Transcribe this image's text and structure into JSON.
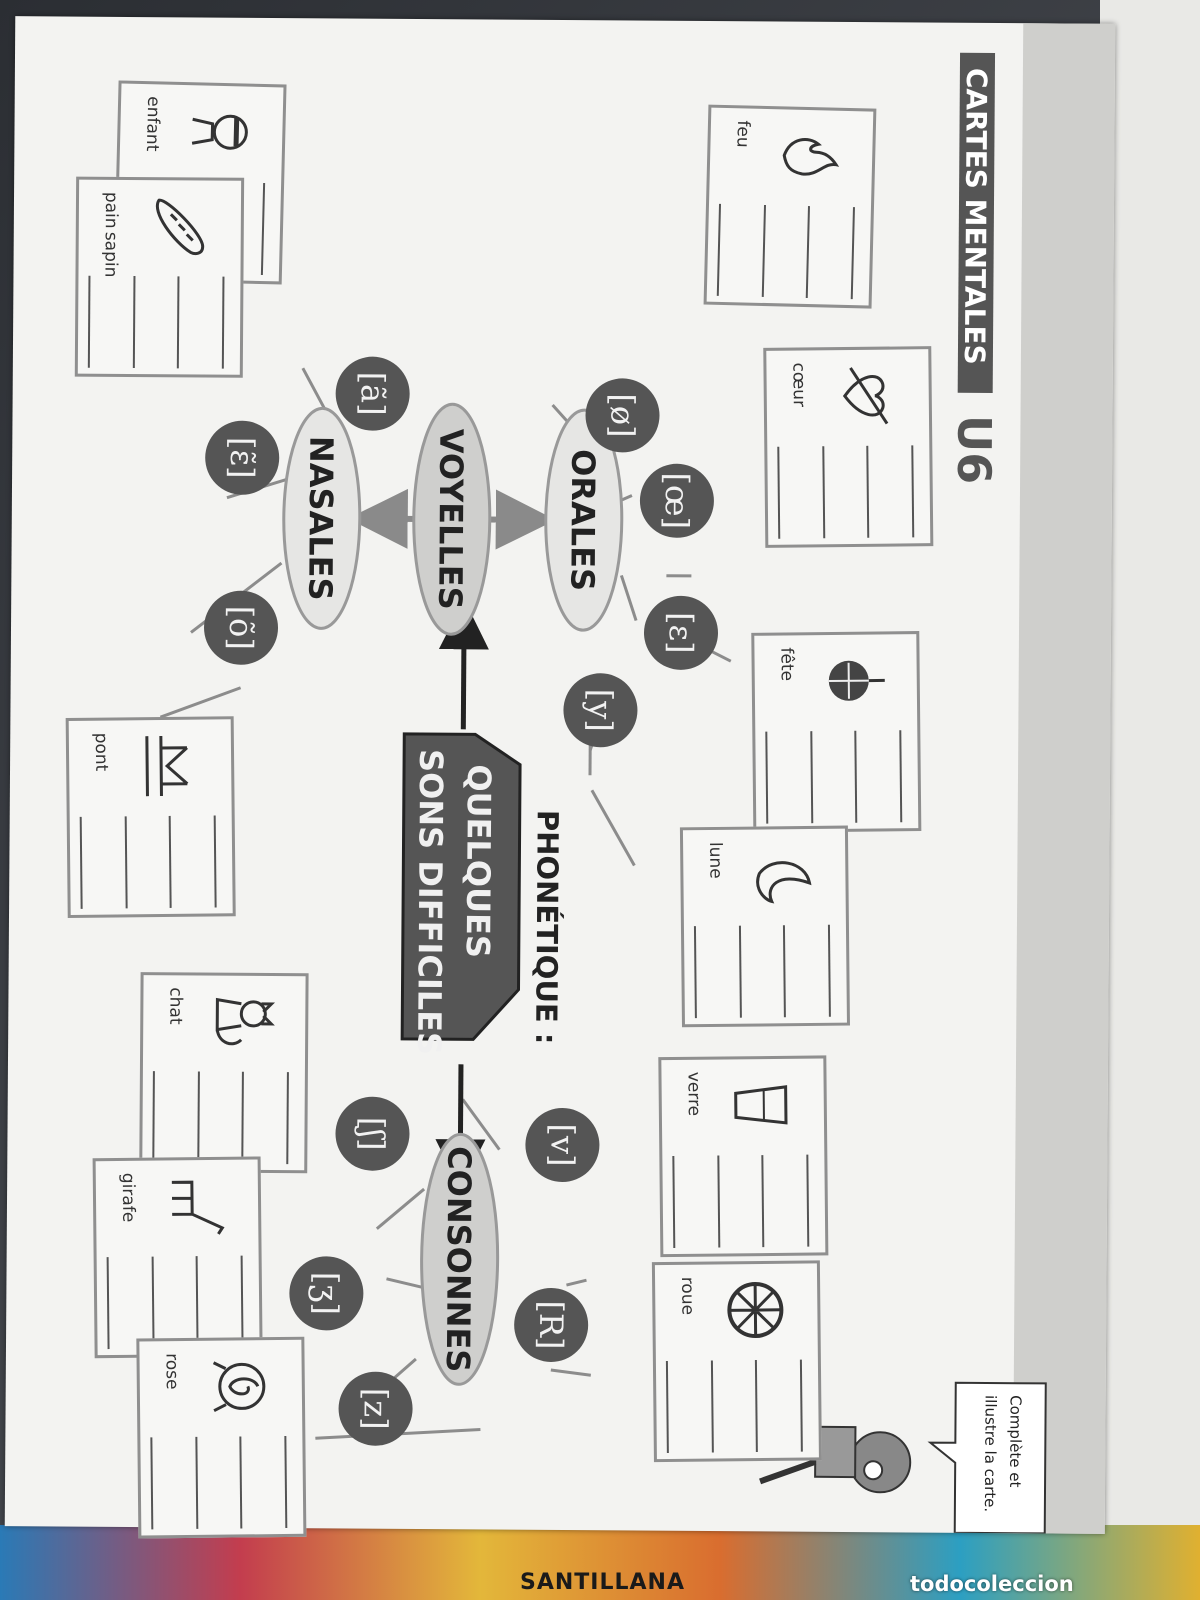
{
  "header": {
    "title": "CARTES MENTALES",
    "unit": "U6"
  },
  "mascot": {
    "bubble_line1": "Complète et",
    "bubble_line2": "illustre la carte."
  },
  "center": {
    "kicker": "PHONÉTIQUE :",
    "line1": "QUELQUES",
    "line2": "SONS DIFFICILES"
  },
  "branches": {
    "voyelles": "VOYELLES",
    "orales": "ORALES",
    "nasales": "NASALES",
    "consonnes": "CONSONNES"
  },
  "phonemes": {
    "o_barre": "[ø]",
    "oe": "[œ]",
    "e_ouvert": "[ɛ]",
    "y": "[y]",
    "a_nasal": "[ã]",
    "e_nasal": "[ɛ̃]",
    "o_nasal": "[õ]",
    "v": "[v]",
    "r": "[R]",
    "sh": "[ʃ]",
    "zh": "[ʒ]",
    "z": "[z]"
  },
  "cards": {
    "feu": "feu",
    "coeur": "cœur",
    "fete": "fête",
    "lune": "lune",
    "enfant": "enfant",
    "pain": "pain",
    "sapin": "sapin",
    "pont": "pont",
    "verre": "verre",
    "roue": "roue",
    "chat": "chat",
    "girafe": "girafe",
    "rose": "rose"
  },
  "publisher": "SANTILLANA",
  "watermark": "todocoleccion",
  "colors": {
    "page": "#f3f3f1",
    "circle": "#555555",
    "oval": "#dcdcda",
    "arrow_gray": "#8a8a8a",
    "card_border": "#8f8f8f",
    "title_band": "#555555"
  },
  "icons": [
    "fire-icon",
    "heart-arrow-icon",
    "disco-ball-icon",
    "moon-icon",
    "child-icon",
    "baguette-icon",
    "bridge-icon",
    "glass-icon",
    "wheel-icon",
    "cat-icon",
    "giraffe-icon",
    "rose-icon",
    "mascot-figure-icon"
  ]
}
